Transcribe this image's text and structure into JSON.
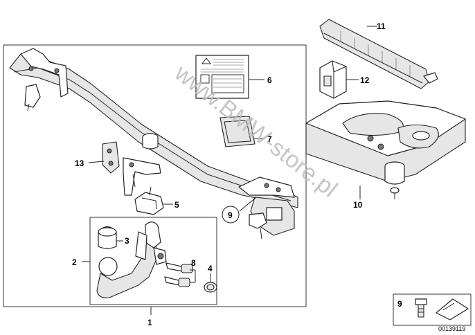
{
  "callouts": {
    "c1": "1",
    "c2": "2",
    "c3": "3",
    "c4": "4",
    "c5": "5",
    "c6": "6",
    "c7": "7",
    "c8": "8",
    "c9": "9",
    "c10": "10",
    "c11": "11",
    "c12": "12",
    "c13": "13"
  },
  "legend": {
    "number": "9"
  },
  "diagram_id": "00139119",
  "watermark": "www.BMW-store.pl"
}
